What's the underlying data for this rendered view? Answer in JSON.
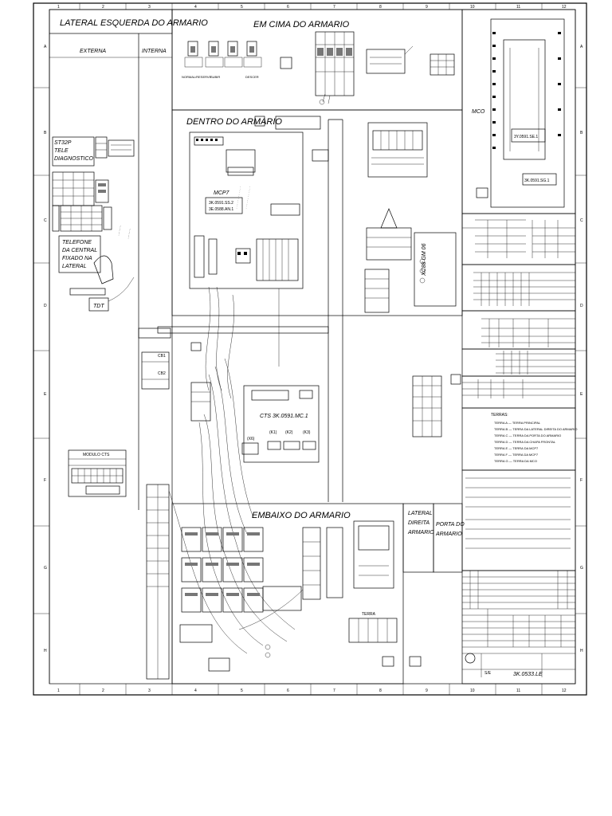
{
  "border": {
    "columns": [
      "1",
      "2",
      "3",
      "4",
      "5",
      "6",
      "7",
      "8",
      "9",
      "10",
      "11",
      "12"
    ],
    "rows": [
      "A",
      "B",
      "C",
      "D",
      "E",
      "F",
      "G",
      "H"
    ]
  },
  "sections": {
    "lateral_esquerda": "LATERAL ESQUERDA DO ARMARIO",
    "externa": "EXTERNA",
    "interna": "INTERNA",
    "em_cima": "EM CIMA DO ARMARIO",
    "dentro": "DENTRO DO ARMARIO",
    "embaixo": "EMBAIXO DO ARMARIO",
    "lateral_direita": [
      "LATERAL",
      "DIREITA",
      "ARMARIO"
    ],
    "porta": [
      "PORTA DO",
      "ARMARIO"
    ],
    "mco": "MCO"
  },
  "labels": {
    "st32p": [
      "ST32P",
      "TELE",
      "DIAGNOSTICO"
    ],
    "telefone": [
      "TELEFONE",
      "DA CENTRAL",
      "FIXADO NA",
      "LATERAL"
    ],
    "tdt": "TDT",
    "mcp7": "MCP7",
    "mcp7_code1": "3K.0591.SS.2",
    "mcp7_code2": "3E.0588.AN.1",
    "cts": "CTS  3K.0591.MC.1",
    "mco_code1": "3Y.0591.SE.1",
    "mco_code2": "3K.0591.SG.1",
    "cb1": "CB1",
    "cb2": "CB2",
    "x6": "(X6)",
    "k1": "(K1)",
    "k2": "(K2)",
    "k3": "(K3)",
    "modulo_cts": "MODULO CTS",
    "terra_title": "TERRA",
    "vertical_module": "XC88 GM 06",
    "em_cima_items": [
      "NORMAL/RESERVE",
      "SUBIR",
      "DESCER"
    ],
    "terras_heading": "TERRAS:",
    "terras": [
      "TERRA A — TERRA PRINCIPAL",
      "TERRA B — TERRA DA LATERAL DIREITA DO ARMARIO",
      "TERRA C — TERRA DA PORTA DO ARMARIO",
      "TERRA D — TERRA DA CHAPA FRONTAL",
      "TERRA E — TERRA DA MCP7",
      "TERRA F — TERRA DA MCP7",
      "TERRA G — TERRA DA MCO"
    ]
  },
  "title_block": {
    "drawing_number": "3K.0533.LE",
    "scale": "S/E"
  }
}
